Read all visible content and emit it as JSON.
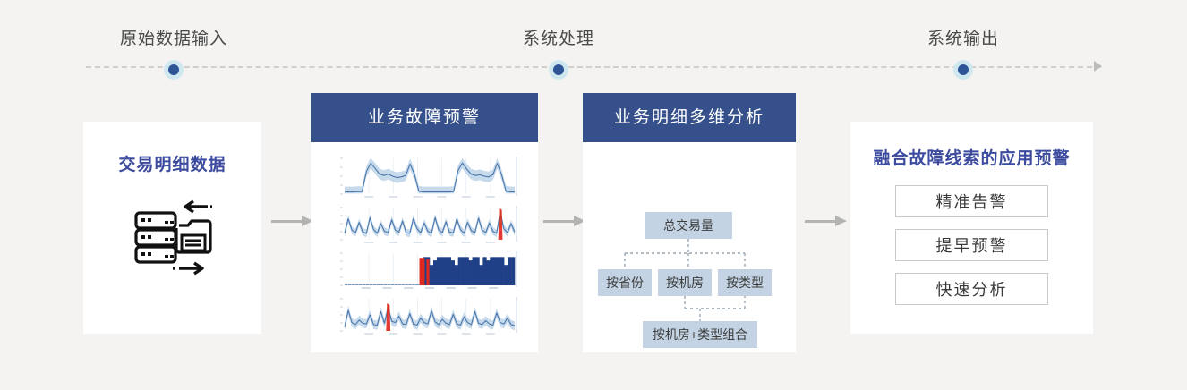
{
  "timeline": {
    "steps": [
      {
        "label": "原始数据输入",
        "x": 194
      },
      {
        "label": "系统处理",
        "x": 624
      },
      {
        "label": "系统输出",
        "x": 1076
      }
    ],
    "dot_color": "#2e5596",
    "ring_color": "#cfe8ef",
    "track_color": "#cfcfcb"
  },
  "colors": {
    "page_background": "#f4f3f1",
    "card_background": "#ffffff",
    "header_blue": "#35508a",
    "title_violet": "#3c4b9e",
    "tree_node": "#c3d3e3",
    "arrow_gray": "#b3b3b0",
    "chart_band": "#bcd3e8",
    "chart_line": "#4a76ab",
    "chart_alert": "#e02a20",
    "chart_block": "#1f3f87"
  },
  "cards": {
    "source": {
      "title": "交易明细数据",
      "icon": "database-server-icon"
    },
    "charts": {
      "header": "业务故障预警"
    },
    "analysis": {
      "header": "业务明细多维分析",
      "nodes": [
        {
          "id": "total",
          "label": "总交易量"
        },
        {
          "id": "prov",
          "label": "按省份"
        },
        {
          "id": "room",
          "label": "按机房"
        },
        {
          "id": "type",
          "label": "按类型"
        },
        {
          "id": "combo",
          "label": "按机房+类型组合"
        }
      ]
    },
    "apps": {
      "title": "融合故障线索的应用预警",
      "items": [
        {
          "label": "精准告警"
        },
        {
          "label": "提早预警"
        },
        {
          "label": "快速分析"
        }
      ]
    }
  },
  "arrows": [
    {
      "name": "arrow-source-to-charts"
    },
    {
      "name": "arrow-charts-to-analysis"
    },
    {
      "name": "arrow-analysis-to-apps"
    }
  ],
  "chart_data": [
    {
      "type": "area",
      "name": "plateau-series",
      "title": "",
      "xlabel": "",
      "ylabel": "",
      "grid": true,
      "ylim": [
        0,
        10
      ],
      "x": [
        0,
        1,
        2,
        3,
        4,
        5,
        6,
        7,
        8,
        9,
        10,
        11,
        12,
        13,
        14,
        15,
        16,
        17,
        18,
        19,
        20,
        21,
        22,
        23,
        24,
        25,
        26,
        27,
        28,
        29,
        30,
        31,
        32,
        33,
        34,
        35,
        36,
        37,
        38,
        39
      ],
      "values": [
        0.6,
        0.6,
        0.6,
        0.7,
        0.7,
        6.4,
        8.6,
        7.2,
        5.6,
        5.2,
        5.6,
        5.0,
        4.6,
        4.8,
        5.2,
        8.4,
        5.6,
        0.8,
        0.6,
        0.6,
        0.6,
        0.6,
        0.6,
        0.6,
        0.6,
        0.7,
        6.6,
        8.7,
        7.0,
        5.6,
        5.2,
        5.4,
        5.0,
        4.8,
        5.4,
        8.6,
        5.4,
        0.8,
        0.6,
        0.6
      ],
      "band_width": 1.5
    },
    {
      "type": "area",
      "name": "periodic-spikes-series",
      "title": "",
      "xlabel": "",
      "ylabel": "",
      "grid": true,
      "ylim": [
        0,
        10
      ],
      "x": [
        0,
        1,
        2,
        3,
        4,
        5,
        6,
        7,
        8,
        9,
        10,
        11,
        12,
        13,
        14,
        15,
        16,
        17,
        18,
        19,
        20,
        21,
        22,
        23,
        24,
        25,
        26,
        27,
        28,
        29,
        30,
        31,
        32,
        33,
        34,
        35,
        36,
        37,
        38,
        39,
        40,
        41,
        42,
        43,
        44,
        45,
        46,
        47
      ],
      "values": [
        2.0,
        6.5,
        3.0,
        2.2,
        5.4,
        2.4,
        2.0,
        6.8,
        3.2,
        2.0,
        5.0,
        2.6,
        2.2,
        6.2,
        3.0,
        2.4,
        5.8,
        2.2,
        2.0,
        6.6,
        3.4,
        2.2,
        5.2,
        2.6,
        2.0,
        6.9,
        3.0,
        2.2,
        5.6,
        2.4,
        2.1,
        6.4,
        3.2,
        2.0,
        5.4,
        2.8,
        2.2,
        6.7,
        3.0,
        2.2,
        5.2,
        2.6,
        2.0,
        8.6,
        3.4,
        2.2,
        5.0,
        2.4
      ],
      "band_width": 1.2,
      "alert_index": 43
    },
    {
      "type": "bar",
      "name": "step-outage-series",
      "title": "",
      "xlabel": "",
      "ylabel": "",
      "grid": true,
      "ylim": [
        0,
        10
      ],
      "baseline_until": 22,
      "baseline_value": 0.5,
      "block_value": 8.8,
      "alert_index": 22,
      "x_count": 48
    },
    {
      "type": "area",
      "name": "irregular-spikes-series",
      "title": "",
      "xlabel": "",
      "ylabel": "",
      "grid": true,
      "ylim": [
        0,
        10
      ],
      "x": [
        0,
        1,
        2,
        3,
        4,
        5,
        6,
        7,
        8,
        9,
        10,
        11,
        12,
        13,
        14,
        15,
        16,
        17,
        18,
        19,
        20,
        21,
        22,
        23,
        24,
        25,
        26,
        27,
        28,
        29,
        30,
        31,
        32,
        33,
        34,
        35,
        36,
        37,
        38,
        39,
        40,
        41,
        42,
        43,
        44,
        45,
        46,
        47
      ],
      "values": [
        1.2,
        6.4,
        2.6,
        2.0,
        3.4,
        2.4,
        2.2,
        5.0,
        2.0,
        1.8,
        6.0,
        2.4,
        7.2,
        3.0,
        2.6,
        4.6,
        2.2,
        2.0,
        5.4,
        2.2,
        1.8,
        4.0,
        2.6,
        2.2,
        6.2,
        2.8,
        2.0,
        3.6,
        2.4,
        2.0,
        5.2,
        2.2,
        1.8,
        4.4,
        2.6,
        2.0,
        6.0,
        2.4,
        2.0,
        3.2,
        2.2,
        1.8,
        5.6,
        2.6,
        2.2,
        4.0,
        2.0,
        1.6
      ],
      "band_width": 1.4,
      "alert_index": 12
    }
  ]
}
